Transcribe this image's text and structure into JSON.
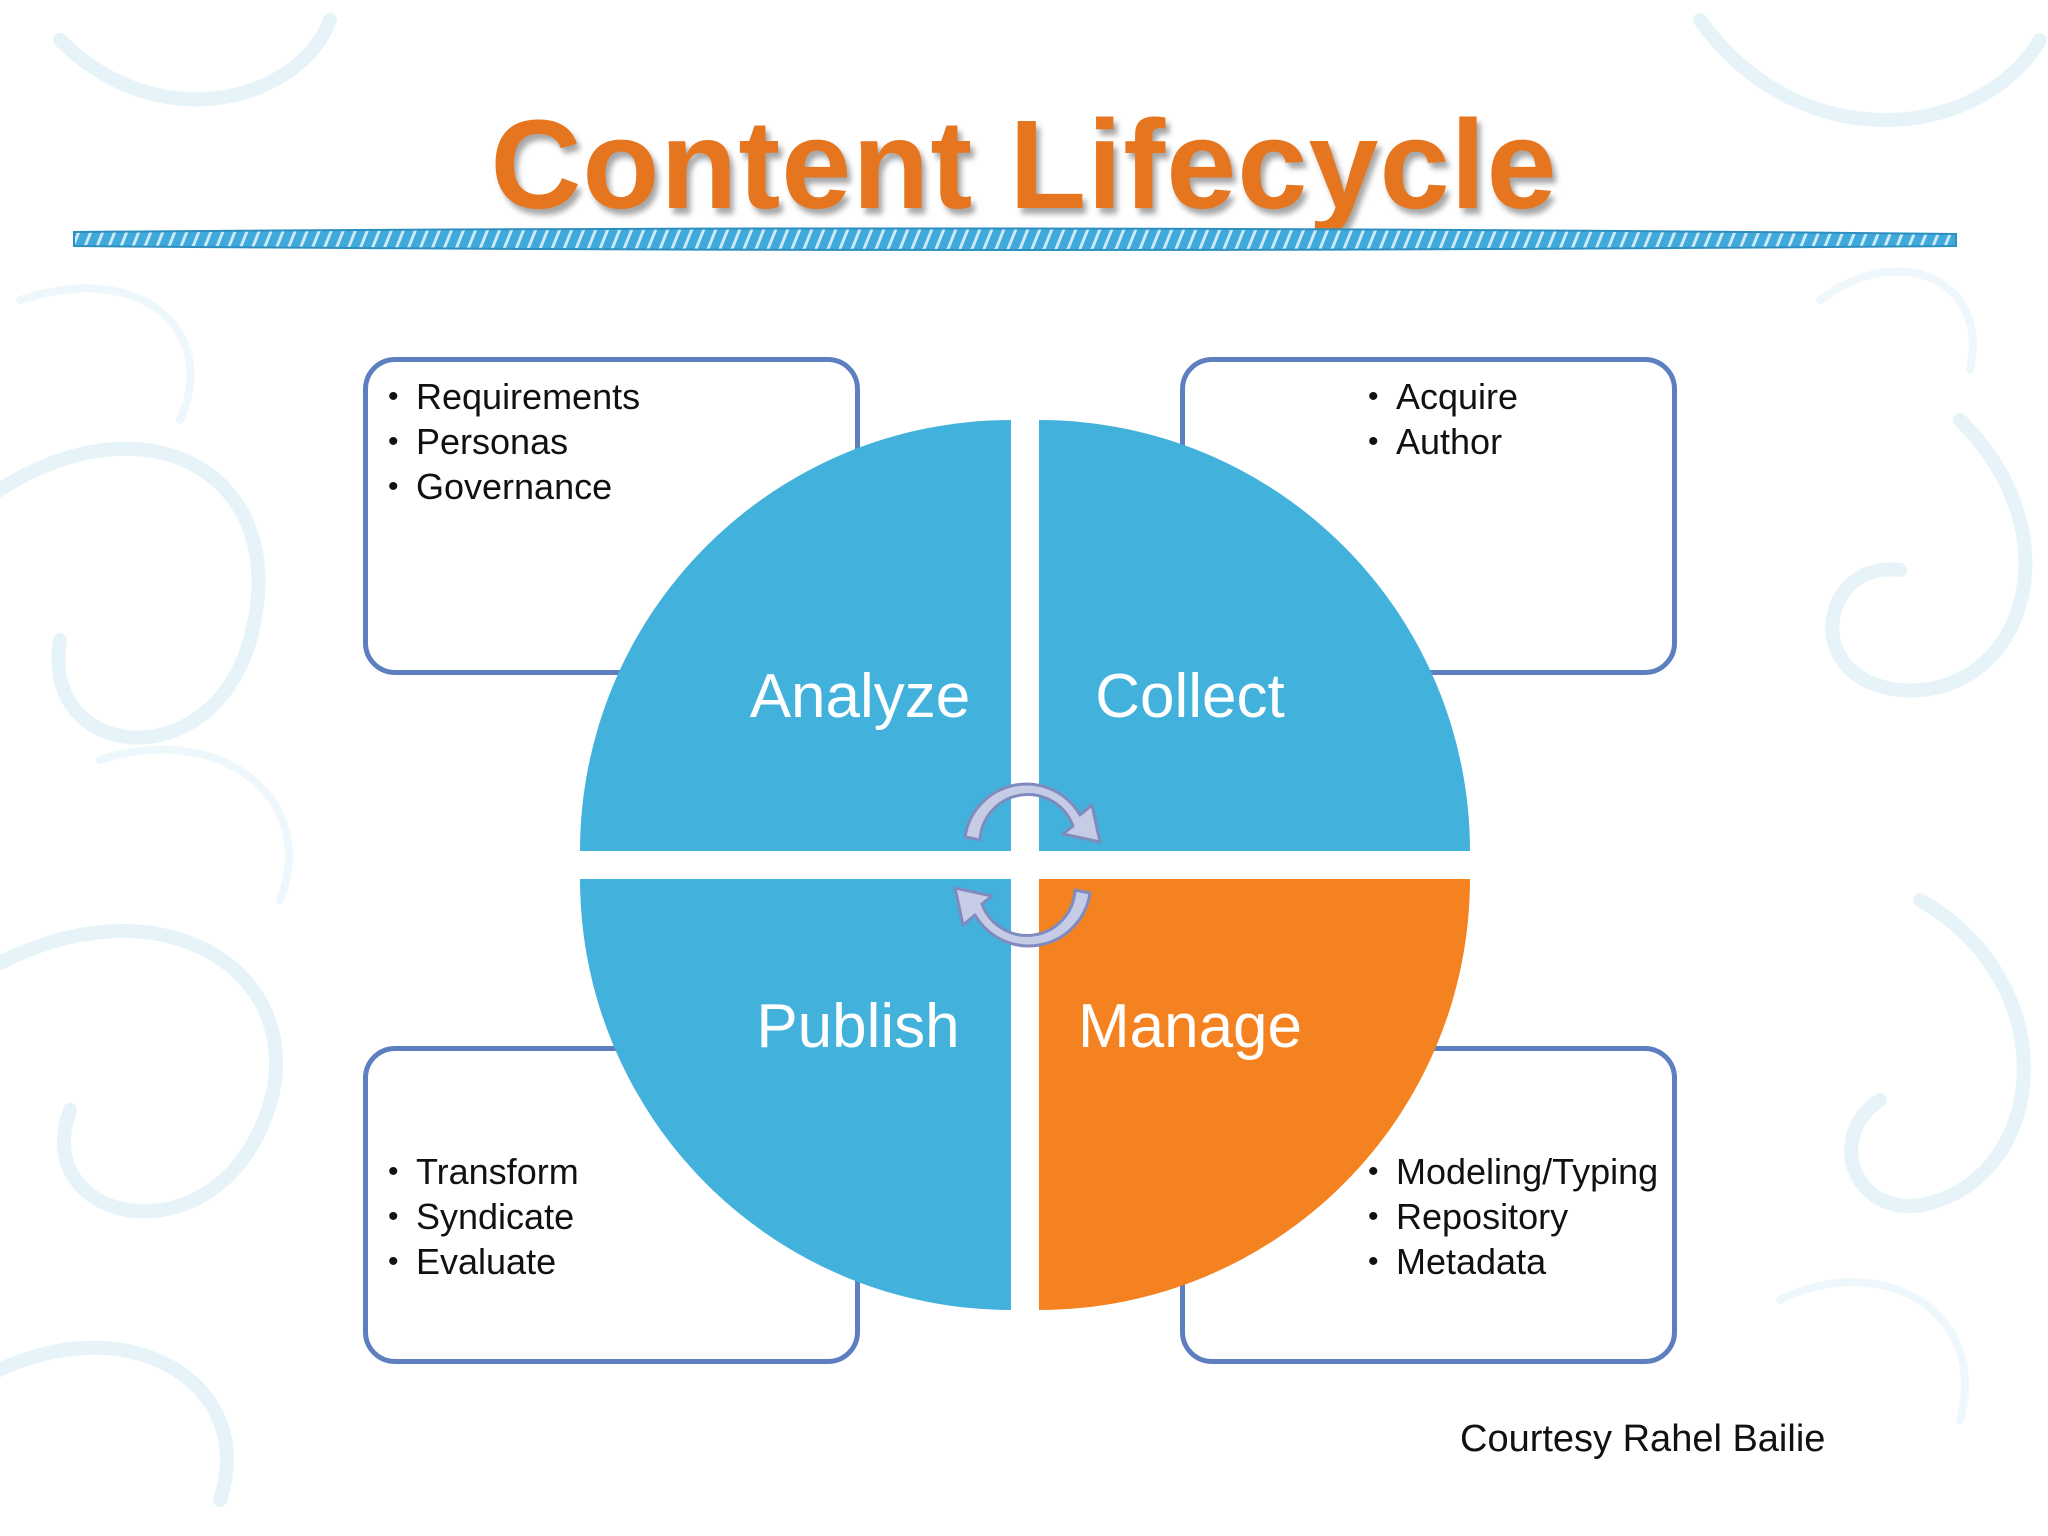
{
  "title": "Content Lifecycle",
  "colors": {
    "title": "#e5751e",
    "quadrant_blue": "#42b2dc",
    "quadrant_orange": "#f58221",
    "box_border": "#5d7fc0",
    "rope": "#3fa9dc",
    "arrow": "#c6cbe6"
  },
  "quadrants": [
    {
      "label": "Analyze",
      "color": "#42b2dc",
      "bullets": [
        "Requirements",
        "Personas",
        "Governance"
      ]
    },
    {
      "label": "Collect",
      "color": "#42b2dc",
      "bullets": [
        "Acquire",
        "Author"
      ]
    },
    {
      "label": "Publish",
      "color": "#42b2dc",
      "bullets": [
        "Transform",
        "Syndicate",
        "Evaluate"
      ]
    },
    {
      "label": "Manage",
      "color": "#f58221",
      "bullets": [
        "Modeling/Typing",
        "Repository",
        "Metadata"
      ]
    }
  ],
  "center_icon": "cycle-arrows-icon",
  "credit": "Courtesy Rahel Bailie"
}
